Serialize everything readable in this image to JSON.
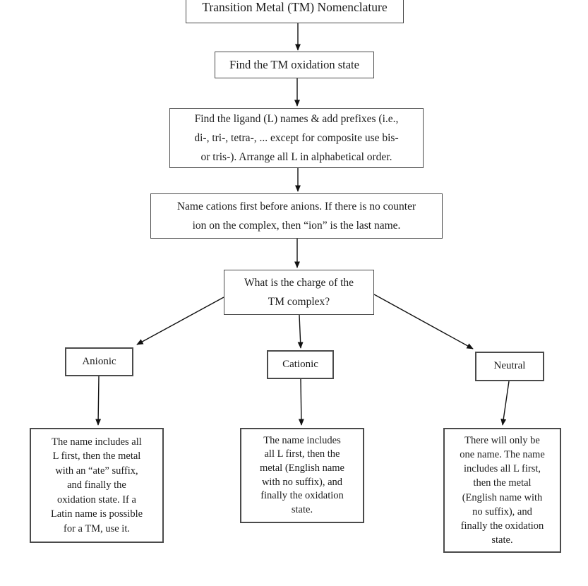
{
  "diagram": {
    "title": "Transition Metal (TM) Nomenclature",
    "colors": {
      "background": "#ffffff",
      "box_fill": "#ffffff",
      "box_border": "#4a4a4a",
      "text": "#1c1c1c",
      "arrow": "#111111"
    },
    "nodes": {
      "root": {
        "label": "Transition Metal (TM) Nomenclature"
      },
      "oxid": {
        "label": "Find the TM oxidation state"
      },
      "ligand": {
        "label": "Find the ligand (L) names & add prefixes (i.e.,\ndi-, tri-, tetra-, ... except for composite use bis-\nor tris-). Arrange all L in alphabetical order."
      },
      "cations": {
        "label": "Name cations first before anions. If there is no counter\nion on the complex, then “ion” is the last name."
      },
      "charge": {
        "label": "What is the charge of the\nTM complex?"
      },
      "anionic": {
        "label": "Anionic"
      },
      "cationic": {
        "label": "Cationic"
      },
      "neutral": {
        "label": "Neutral"
      },
      "anionic_rule": {
        "label": "The name includes all\nL first, then the metal\nwith an “ate” suffix,\nand finally the\noxidation state. If a\nLatin name is possible\nfor a TM, use it."
      },
      "cationic_rule": {
        "label": "The name includes\nall L first, then the\nmetal (English name\nwith no suffix), and\nfinally the oxidation\nstate."
      },
      "neutral_rule": {
        "label": "There will only be\none name. The name\nincludes all L first,\nthen the metal\n(English name with\nno suffix), and\nfinally the oxidation\nstate."
      }
    },
    "edges": [
      {
        "from": "root",
        "to": "oxid"
      },
      {
        "from": "oxid",
        "to": "ligand"
      },
      {
        "from": "ligand",
        "to": "cations"
      },
      {
        "from": "cations",
        "to": "charge"
      },
      {
        "from": "charge",
        "to": "anionic"
      },
      {
        "from": "charge",
        "to": "cationic"
      },
      {
        "from": "charge",
        "to": "neutral"
      },
      {
        "from": "anionic",
        "to": "anionic_rule"
      },
      {
        "from": "cationic",
        "to": "cationic_rule"
      },
      {
        "from": "neutral",
        "to": "neutral_rule"
      }
    ]
  }
}
